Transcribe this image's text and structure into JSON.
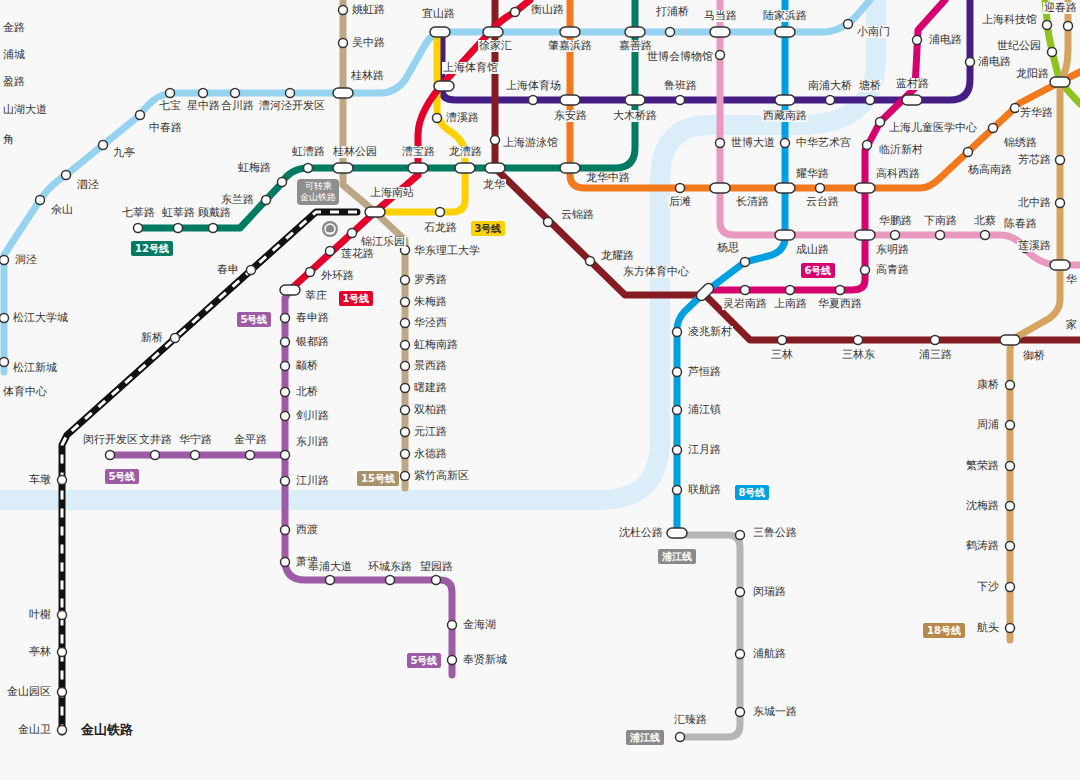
{
  "diagram": {
    "nodes": [
      {
        "text": [
          "12号线"
        ]
      },
      {
        "text": [
          "3号线"
        ]
      },
      {
        "text": [
          "1号线"
        ]
      },
      {
        "text": [
          "5号线"
        ]
      },
      {
        "text": [
          "15号线"
        ]
      },
      {
        "text": [
          "5号线"
        ]
      },
      {
        "text": [
          "5号线"
        ]
      },
      {
        "text": [
          "6号线"
        ]
      },
      {
        "text": [
          "8号线"
        ]
      },
      {
        "text": [
          "18号线"
        ]
      },
      {
        "text": [
          "可转乘 金山铁路"
        ]
      },
      {
        "text": [
          "浦江线"
        ]
      },
      {
        "text": [
          "浦江线"
        ]
      }
    ],
    "labels": [
      "金路",
      "浦城",
      "盈路",
      "山湖大道",
      "角",
      "姚虹路",
      "吴中路",
      "桂林路",
      "宜山路",
      "衡山路",
      "徐家汇",
      "肇嘉浜路",
      "嘉善路",
      "打浦桥",
      "马当路",
      "陆家浜路",
      "小南门",
      "上海科技馆",
      "迎春路",
      "世纪公园",
      "世博会博物馆",
      "上海体育馆",
      "上海体育场",
      "鲁班路",
      "南浦大桥",
      "塘桥",
      "蓝村路",
      "浦电路",
      "浦电路",
      "龙阳路",
      "七宝",
      "星中路",
      "合川路",
      "漕河泾开发区",
      "中春路",
      "九亭",
      "泗泾",
      "佘山",
      "洞泾",
      "松江大学城",
      "松江新城",
      "体育中心",
      "东安路",
      "大木桥路",
      "西藏南路",
      "芳华路",
      "漕溪路",
      "上海儿童医学中心",
      "锦绣路",
      "世博大道",
      "中华艺术宫",
      "上海游泳馆",
      "临沂新村",
      "桂林公园",
      "虹漕路",
      "漕宝路",
      "龙漕路",
      "芳芯路",
      "虹梅路",
      "杨高南路",
      "耀华路",
      "高科西路",
      "龙华中路",
      "东兰路",
      "龙华",
      "上海南站",
      "后滩",
      "长清路",
      "云台路",
      "北中路",
      "七莘路",
      "虹莘路",
      "顾戴路",
      "云锦路",
      "华鹏路",
      "下南路",
      "北蔡",
      "石龙路",
      "陈春路",
      "锦江乐园",
      "莲溪路",
      "杨思",
      "成山路",
      "东明路",
      "华东理工大学",
      "龙耀路",
      "莲花路",
      "春申",
      "高青路",
      "东方体育中心",
      "外环路",
      "罗秀路",
      "莘庄",
      "华",
      "灵岩南路",
      "上南路",
      "华夏西路",
      "朱梅路",
      "春申路",
      "华泾西",
      "家",
      "凌兆新村",
      "新桥",
      "银都路",
      "虹梅南路",
      "三林",
      "三林东",
      "浦三路",
      "御桥",
      "景西路",
      "颛桥",
      "芦恒路",
      "康桥",
      "曙建路",
      "北桥",
      "浦江镇",
      "双柏路",
      "剑川路",
      "周浦",
      "元江路",
      "闵行开发区",
      "文井路",
      "华宁路",
      "金平路",
      "东川路",
      "江月路",
      "永德路",
      "繁荣路",
      "紫竹高新区",
      "车墩",
      "江川路",
      "联航路",
      "沈梅路",
      "西渡",
      "沈杜公路",
      "三鲁公路",
      "鹤涛路",
      "萧塘",
      "奉浦大道",
      "环城东路",
      "望园路",
      "下沙",
      "闵瑞路",
      "叶榭",
      "金海湖",
      "航头",
      "亭林",
      "浦航路",
      "奉贤新城",
      "金山园区",
      "东城一路",
      "汇臻路",
      "金山卫",
      "金山铁路"
    ]
  }
}
